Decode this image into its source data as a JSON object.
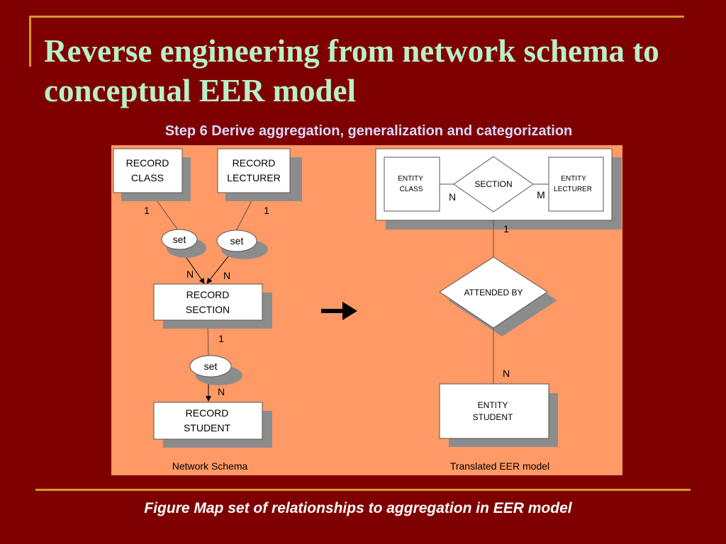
{
  "slide": {
    "title": "Reverse engineering from network schema to conceptual EER model",
    "subtitle": "Step 6 Derive aggregation, generalization and categorization",
    "caption": "Figure Map set of relationships to aggregation in EER model"
  },
  "network": {
    "record_class": [
      "RECORD",
      "CLASS"
    ],
    "record_lecturer": [
      "RECORD",
      "LECTURER"
    ],
    "record_section": [
      "RECORD",
      "SECTION"
    ],
    "record_student": [
      "RECORD",
      "STUDENT"
    ],
    "set_label": "set",
    "card_one": "1",
    "card_n": "N",
    "label": "Network Schema"
  },
  "eer": {
    "entity_class": [
      "ENTITY",
      "CLASS"
    ],
    "entity_lecturer": [
      "ENTITY",
      "LECTURER"
    ],
    "section_rel": "SECTION",
    "attended_by": "ATTENDED BY",
    "entity_student": [
      "ENTITY",
      "STUDENT"
    ],
    "card_n": "N",
    "card_m": "M",
    "card_one": "1",
    "label": "Translated EER model"
  },
  "colors": {
    "background": "#7f0000",
    "panel": "#ff9966",
    "shadow": "#8c8c8c",
    "accent_line": "#d49a2a",
    "title": "#b8f0c8"
  }
}
